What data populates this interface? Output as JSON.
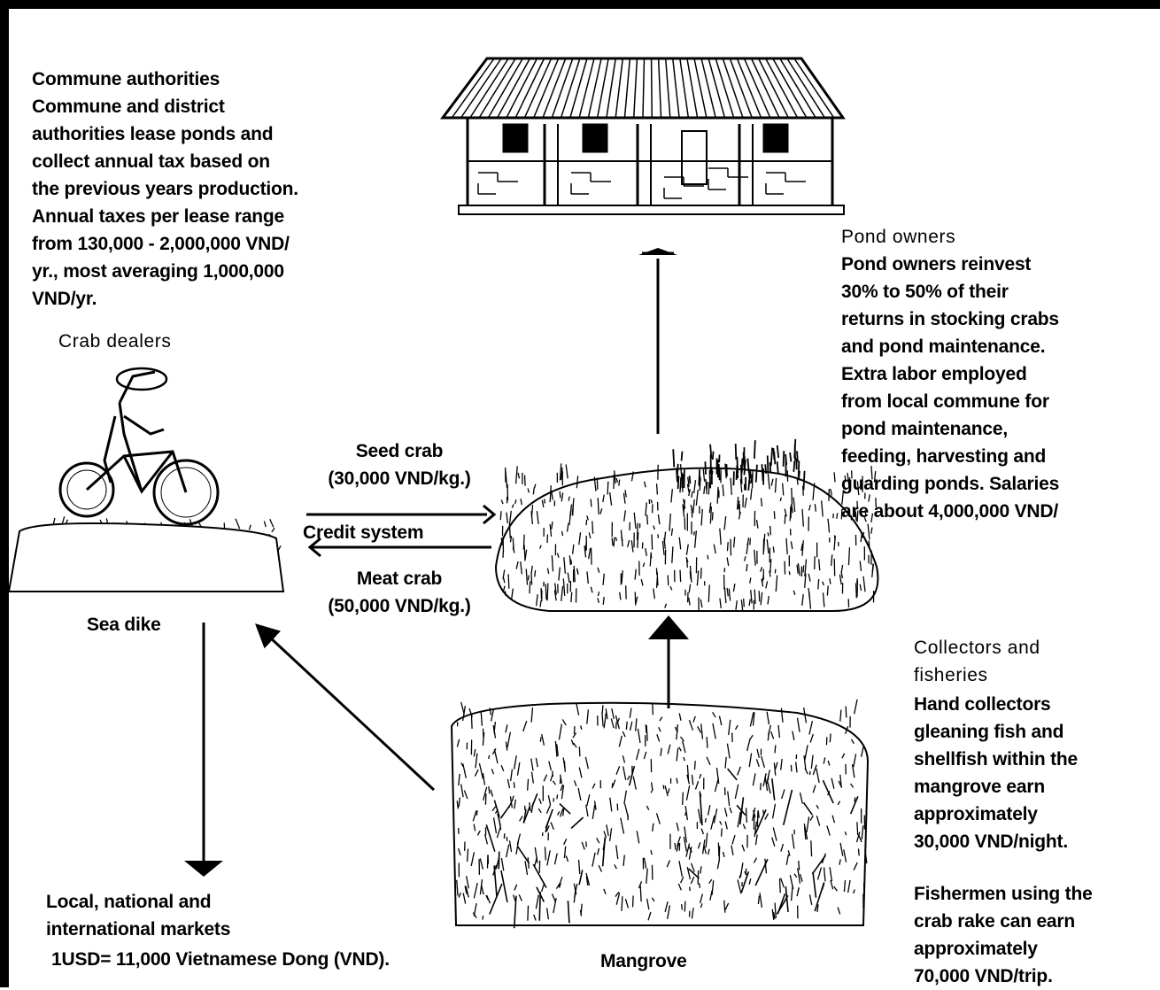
{
  "authorities": {
    "title": "Commune authorities",
    "body": "Commune and district\nauthorities lease ponds and\ncollect annual tax based on\nthe previous years production.\nAnnual taxes per lease range\nfrom 130,000 - 2,000,000 VND/\nyr., most averaging 1,000,000\nVND/yr."
  },
  "pond_owners": {
    "title": "Pond owners",
    "body": "Pond owners reinvest\n30% to 50% of their\nreturns in stocking crabs\nand pond maintenance.\nExtra labor employed\nfrom local commune for\npond maintenance,\nfeeding, harvesting and\nguarding ponds. Salaries\nare about 4,000,000 VND/"
  },
  "dealers": {
    "title": "Crab dealers",
    "place": "Sea dike"
  },
  "flows": {
    "seed": "Seed crab\n(30,000 VND/kg.)",
    "credit": "Credit system",
    "meat": "Meat crab\n(50,000 VND/kg.)"
  },
  "collectors": {
    "title": "Collectors and\nfisheries",
    "hand": "Hand collectors\ngleaning fish and\nshellfish within the\nmangrove earn\napproximately\n30,000 VND/night.",
    "rake": "Fishermen using the\ncrab rake can earn\napproximately\n70,000 VND/trip."
  },
  "markets": {
    "label": "Local, national and\ninternational markets",
    "note": "1USD= 11,000 Vietnamese Dong (VND)."
  },
  "mangrove": {
    "label": "Mangrove"
  }
}
